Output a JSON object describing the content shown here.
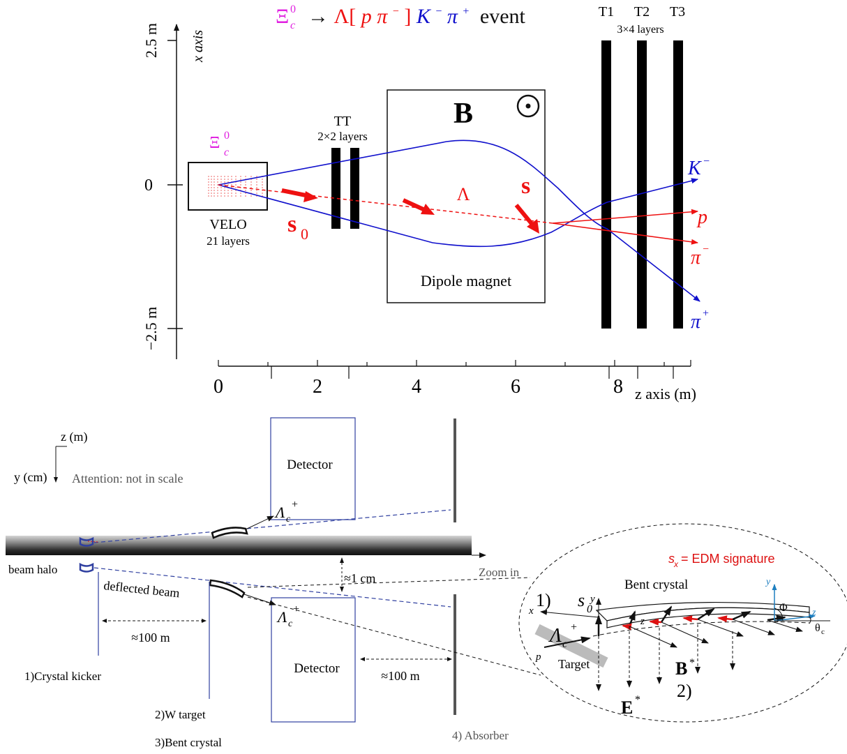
{
  "colors": {
    "xi": "#e020e0",
    "red": "#ee1111",
    "blue": "#1010cc",
    "beam_blue": "#3040a0",
    "axis_blue": "#1e7fc0",
    "gray": "#555555"
  },
  "top": {
    "title_xi": "Ξ",
    "title_c": "c",
    "title_0": "0",
    "title_arrow": "→",
    "title_lambda": "Λ[",
    "title_p": "p",
    "title_pi": "π",
    "title_minus": "−",
    "title_bracket": "]",
    "title_K": "K",
    "title_pip": "π",
    "title_plus": "+",
    "title_event": "event",
    "x_axis_label": "x axis",
    "tick_pos": "2.5 m",
    "tick_zero": "0",
    "tick_neg": "−2.5 m",
    "xi_label_main": "Ξ",
    "xi_label_sub": "c",
    "xi_label_sup": "0",
    "velo_name": "VELO",
    "velo_layers": "21 layers",
    "tt_name": "TT",
    "tt_layers": "2×2 layers",
    "magnet_B": "B",
    "magnet_name": "Dipole magnet",
    "lambda": "Λ",
    "s_label": "s",
    "s0_s": "s",
    "s0_sub": "0",
    "t1": "T1",
    "t2": "T2",
    "t3": "T3",
    "t_layers": "3×4 layers",
    "K": "K",
    "K_sup": "−",
    "p": "p",
    "pim": "π",
    "pim_sup": "−",
    "pip": "π",
    "pip_sup": "+",
    "z_ticks": [
      "0",
      "2",
      "4",
      "6",
      "8"
    ],
    "z_axis_label": "z axis (m)"
  },
  "bottom": {
    "z_label": "z (m)",
    "y_label": "y (cm)",
    "attention": "Attention: not in scale",
    "detector_top": "Detector",
    "detector_bottom": "Detector",
    "lambda_main": "Λ",
    "lambda_sub": "c",
    "lambda_sup": "+",
    "beam_halo": "beam halo",
    "deflected_beam": "deflected beam",
    "one_cm": "≈1 cm",
    "zoom_in": "Zoom in",
    "dist1": "≈100 m",
    "dist2": "≈100 m",
    "crystal_kicker": "1)Crystal kicker",
    "w_target": "2)W target",
    "bent_crystal": "3)Bent crystal",
    "absorber": "4) Absorber",
    "zoom": {
      "edm_s": "s",
      "edm_sub": "x",
      "edm_text": "= EDM signature",
      "bent_crystal": "Bent crystal",
      "step1": "1)",
      "s0_s": "s",
      "s0_sub": "0",
      "y": "y",
      "x": "x",
      "z": "z",
      "lambda_main": "Λ",
      "lambda_sub": "c",
      "lambda_sup": "+",
      "p": "p",
      "target": "Target",
      "B": "B",
      "star": "*",
      "E": "E",
      "step2": "2)",
      "y2": "y",
      "z2": "z",
      "phi": "Φ",
      "theta": "θ",
      "theta_sub": "c"
    }
  }
}
